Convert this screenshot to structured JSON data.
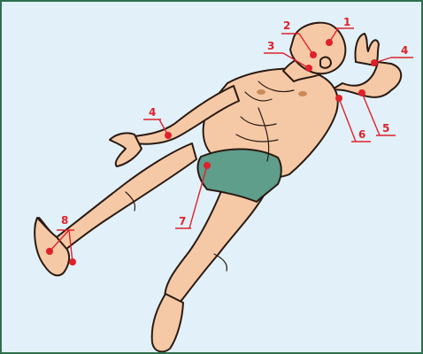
{
  "diagram": {
    "colors": {
      "background": "#e2f1f9",
      "border": "#2f6f4f",
      "marker": "#e0202a",
      "skin": "#f6c9a6",
      "trunks": "#5f9e8b"
    },
    "markers": [
      {
        "id": "m1",
        "label": "1"
      },
      {
        "id": "m2",
        "label": "2"
      },
      {
        "id": "m3",
        "label": "3"
      },
      {
        "id": "m4a",
        "label": "4"
      },
      {
        "id": "m4b",
        "label": "4"
      },
      {
        "id": "m5",
        "label": "5"
      },
      {
        "id": "m6",
        "label": "6"
      },
      {
        "id": "m7",
        "label": "7"
      },
      {
        "id": "m8",
        "label": "8"
      }
    ]
  }
}
